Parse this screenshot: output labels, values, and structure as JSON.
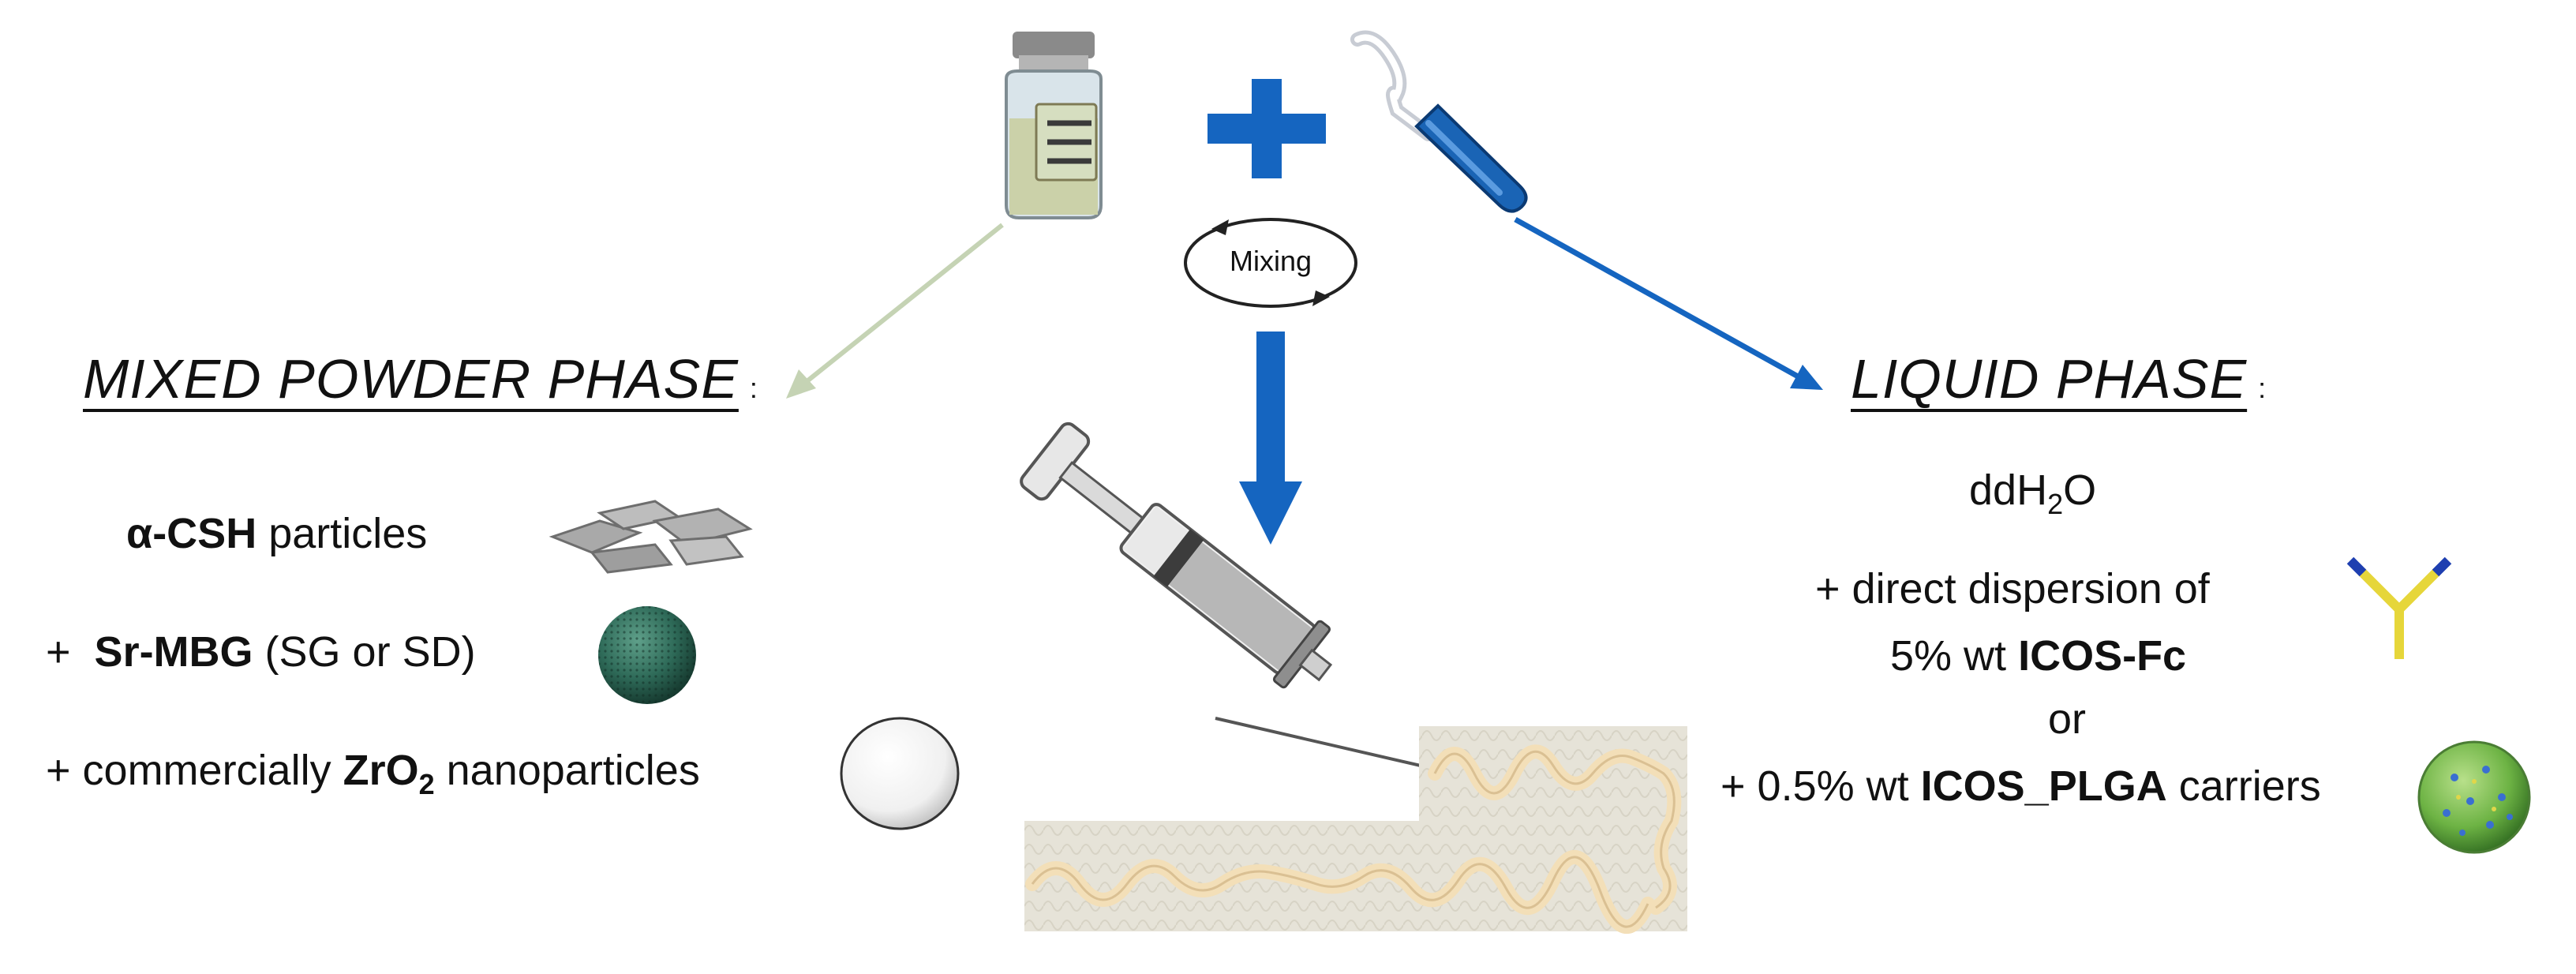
{
  "mixing_label": "Mixing",
  "powder_phase": {
    "title": "MIXED POWDER PHASE",
    "colon": ":",
    "items": [
      {
        "prefix": "",
        "bold": "α-CSH",
        "text": " particles"
      },
      {
        "prefix": "+  ",
        "bold": "Sr-MBG",
        "text": " (SG or SD)"
      },
      {
        "prefix": "+ commercially ",
        "bold": "ZrO",
        "sub": "2",
        "text": " nanoparticles"
      }
    ]
  },
  "liquid_phase": {
    "title": "LIQUID PHASE",
    "colon": ":",
    "water_main": "ddH",
    "water_sub": "2",
    "water_tail": "O",
    "lines": [
      {
        "prefix": "+ direct dispersion of",
        "bold": "",
        "text": ""
      },
      {
        "prefix": "5% wt ",
        "bold": "ICOS-Fc",
        "text": ""
      },
      {
        "prefix": "or",
        "bold": "",
        "text": ""
      },
      {
        "prefix": "+ 0.5% wt ",
        "bold": "ICOS_PLGA",
        "text": " carriers"
      }
    ]
  },
  "colors": {
    "blue_arrow": "#1565c0",
    "olive_arrow": "#c5d3b4",
    "antibody": "#e6d63a",
    "antibody_tip": "#1e3fb0"
  }
}
